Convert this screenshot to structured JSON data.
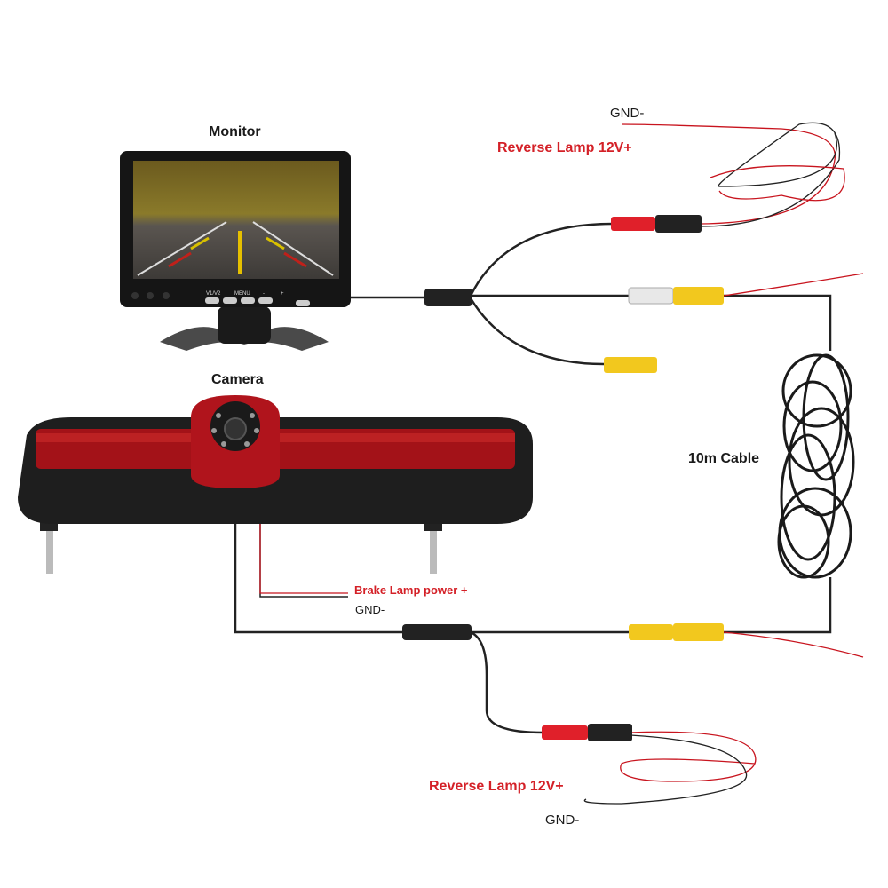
{
  "labels": {
    "monitor": "Monitor",
    "camera": "Camera",
    "cable": "10m  Cable",
    "top_gnd": "GND-",
    "top_reverse": "Reverse Lamp 12V+",
    "brake_power": "Brake Lamp power +",
    "brake_gnd": "GND-",
    "bottom_reverse": "Reverse Lamp 12V+",
    "bottom_gnd": "GND-"
  },
  "monitor_buttons": [
    "V1/V2",
    "MENU",
    "-",
    "+"
  ],
  "colors": {
    "label_red": "#d42027",
    "wire_red": "#c8141e",
    "rca_yellow": "#f2c81e",
    "rca_white": "#e8e8e8",
    "lamp_red": "#a31218"
  }
}
